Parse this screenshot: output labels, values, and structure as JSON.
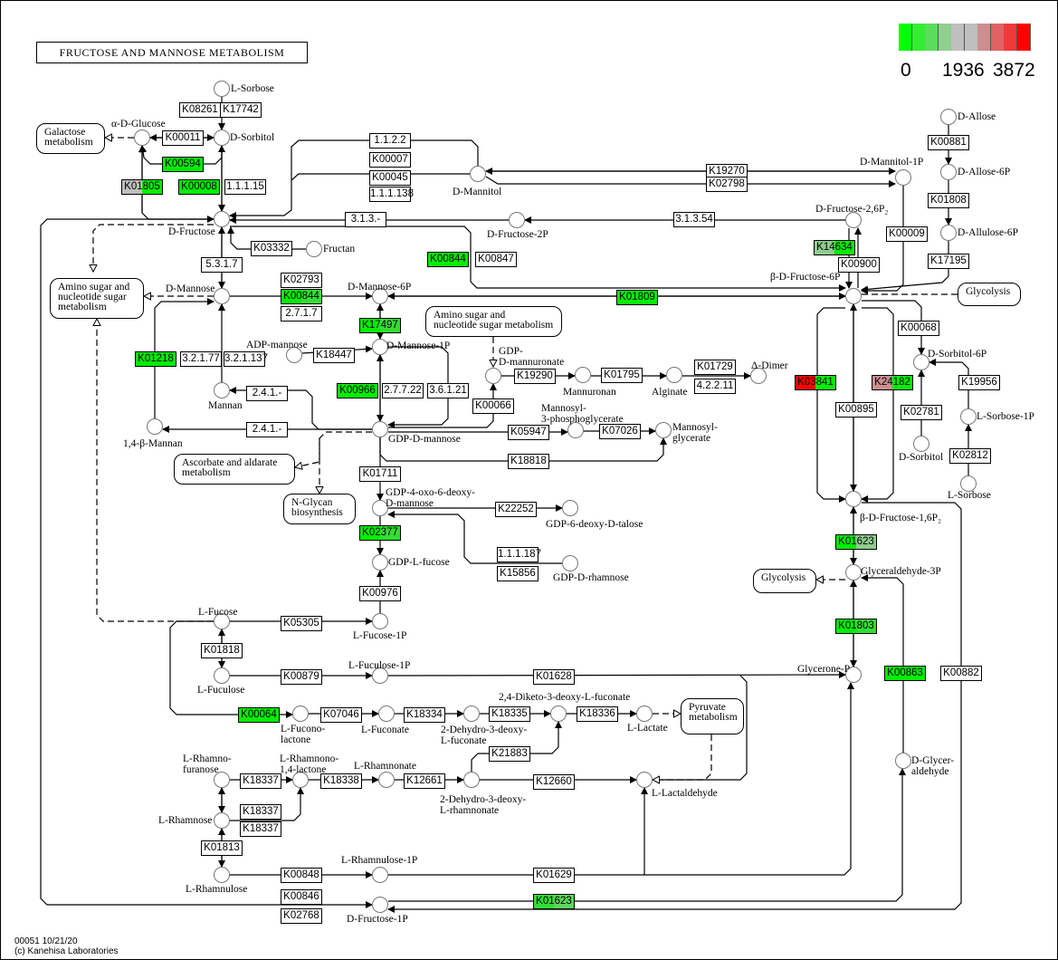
{
  "title": "FRUCTOSE AND MANNOSE METABOLISM",
  "legend": {
    "labels": [
      "0",
      "1936",
      "3872"
    ],
    "colors": [
      "#00ff00",
      "#33ee33",
      "#5cdc5c",
      "#8fcf8f",
      "#bfbfbf",
      "#bfbfbf",
      "#cc8f8f",
      "#e06262",
      "#f03a3a",
      "#ff0000"
    ]
  },
  "footer": {
    "line1": "00051 10/21/20",
    "line2": "(c) Kanehisa Laboratories"
  },
  "colors": {
    "green": "#00ee00",
    "light_green": "#8fcc8f",
    "gray": "#bfbfbf",
    "red": "#ff0000",
    "rose": "#c98f8f",
    "white": "#ffffff"
  },
  "enzymes": [
    {
      "label": "K08261",
      "fill": "#ffffff"
    },
    {
      "label": "K17742",
      "fill": "#ffffff"
    },
    {
      "label": "K00011",
      "fill": "#ffffff"
    },
    {
      "label": "K00594",
      "fill": "#00ee00"
    },
    {
      "label": "K01805",
      "fill": "#bfbfbf",
      "fill2": "#00ee00"
    },
    {
      "label": "K00008",
      "fill": "#00ee00"
    },
    {
      "label": "1.1.1.15",
      "fill": "#ffffff"
    },
    {
      "label": "1.1.2.2",
      "fill": "#ffffff"
    },
    {
      "label": "K00007",
      "fill": "#ffffff"
    },
    {
      "label": "K00045",
      "fill": "#ffffff"
    },
    {
      "label": "1.1.1.138",
      "fill": "#ffffff"
    },
    {
      "label": "K19270",
      "fill": "#ffffff"
    },
    {
      "label": "K02798",
      "fill": "#ffffff"
    },
    {
      "label": "3.1.3.-",
      "fill": "#ffffff"
    },
    {
      "label": "3.1.3.54",
      "fill": "#ffffff"
    },
    {
      "label": "K03332",
      "fill": "#ffffff"
    },
    {
      "label": "5.3.1.7",
      "fill": "#ffffff"
    },
    {
      "label": "K00844",
      "fill": "#00ee00"
    },
    {
      "label": "K00847",
      "fill": "#ffffff"
    },
    {
      "label": "K02793",
      "fill": "#ffffff"
    },
    {
      "label": "K00844",
      "fill": "#00ee00",
      "fill2": "#33dd33"
    },
    {
      "label": "2.7.1.7",
      "fill": "#ffffff"
    },
    {
      "label": "K01809",
      "fill": "#00ee00"
    },
    {
      "label": "K17497",
      "fill": "#00ee00",
      "fill2": "#33dd33"
    },
    {
      "label": "K18447",
      "fill": "#ffffff"
    },
    {
      "label": "K01218",
      "fill": "#00ee00"
    },
    {
      "label": "3.2.1.77",
      "fill": "#ffffff"
    },
    {
      "label": "3.2.1.137",
      "fill": "#ffffff"
    },
    {
      "label": "K00966",
      "fill": "#00ee00"
    },
    {
      "label": "2.7.7.22",
      "fill": "#ffffff"
    },
    {
      "label": "3.6.1.21",
      "fill": "#ffffff"
    },
    {
      "label": "2.4.1.-",
      "fill": "#ffffff"
    },
    {
      "label": "2.4.1.-",
      "fill": "#ffffff"
    },
    {
      "label": "K00066",
      "fill": "#ffffff"
    },
    {
      "label": "K19290",
      "fill": "#ffffff"
    },
    {
      "label": "K01795",
      "fill": "#ffffff"
    },
    {
      "label": "K01729",
      "fill": "#ffffff"
    },
    {
      "label": "4.2.2.11",
      "fill": "#ffffff"
    },
    {
      "label": "K05947",
      "fill": "#ffffff"
    },
    {
      "label": "K07026",
      "fill": "#ffffff"
    },
    {
      "label": "K18818",
      "fill": "#ffffff"
    },
    {
      "label": "K01711",
      "fill": "#ffffff"
    },
    {
      "label": "K22252",
      "fill": "#ffffff"
    },
    {
      "label": "K02377",
      "fill": "#00ee00",
      "fill2": "#33dd33"
    },
    {
      "label": "1.1.1.187",
      "fill": "#ffffff"
    },
    {
      "label": "K15856",
      "fill": "#ffffff"
    },
    {
      "label": "K00976",
      "fill": "#ffffff"
    },
    {
      "label": "K05305",
      "fill": "#ffffff"
    },
    {
      "label": "K01818",
      "fill": "#ffffff"
    },
    {
      "label": "K00879",
      "fill": "#ffffff"
    },
    {
      "label": "K01628",
      "fill": "#ffffff"
    },
    {
      "label": "K00064",
      "fill": "#00ee00"
    },
    {
      "label": "K07046",
      "fill": "#ffffff"
    },
    {
      "label": "K18334",
      "fill": "#ffffff"
    },
    {
      "label": "K18335",
      "fill": "#ffffff"
    },
    {
      "label": "K18336",
      "fill": "#ffffff"
    },
    {
      "label": "K21883",
      "fill": "#ffffff"
    },
    {
      "label": "K18337",
      "fill": "#ffffff"
    },
    {
      "label": "K18338",
      "fill": "#ffffff"
    },
    {
      "label": "K12661",
      "fill": "#ffffff"
    },
    {
      "label": "K12660",
      "fill": "#ffffff"
    },
    {
      "label": "K18337",
      "fill": "#ffffff"
    },
    {
      "label": "K18337",
      "fill": "#ffffff"
    },
    {
      "label": "K01813",
      "fill": "#ffffff"
    },
    {
      "label": "K00848",
      "fill": "#ffffff"
    },
    {
      "label": "K01629",
      "fill": "#ffffff"
    },
    {
      "label": "K00846",
      "fill": "#ffffff"
    },
    {
      "label": "K01623",
      "fill": "#33dd33",
      "fill2": "#5cd65c"
    },
    {
      "label": "K02768",
      "fill": "#ffffff"
    },
    {
      "label": "K00881",
      "fill": "#ffffff"
    },
    {
      "label": "K01808",
      "fill": "#ffffff"
    },
    {
      "label": "K17195",
      "fill": "#ffffff"
    },
    {
      "label": "K00009",
      "fill": "#ffffff"
    },
    {
      "label": "K14634",
      "fill": "#8fcc8f",
      "fill2": "#00ee00"
    },
    {
      "label": "K00900",
      "fill": "#ffffff"
    },
    {
      "label": "K00068",
      "fill": "#ffffff"
    },
    {
      "label": "K03841",
      "fill": "#ff0000",
      "fill2": "#00ee00"
    },
    {
      "label": "K24182",
      "fill": "#c98f8f",
      "fill2": "#00ee00"
    },
    {
      "label": "K00895",
      "fill": "#ffffff"
    },
    {
      "label": "K19956",
      "fill": "#ffffff"
    },
    {
      "label": "K02781",
      "fill": "#ffffff"
    },
    {
      "label": "K02812",
      "fill": "#ffffff"
    },
    {
      "label": "K01623",
      "fill": "#00ee00",
      "fill2": "#8fcc8f"
    },
    {
      "label": "K01803",
      "fill": "#00ee00",
      "fill2": "#33dd33"
    },
    {
      "label": "K00863",
      "fill": "#00ee00"
    },
    {
      "label": "K00882",
      "fill": "#ffffff"
    }
  ],
  "compounds": [
    "L-Sorbose",
    "α-D-Glucose",
    "D-Sorbitol",
    "D-Fructose",
    "D-Mannitol",
    "D-Mannitol-1P",
    "D-Fructose-2P",
    "D-Fructose-2,6P₂",
    "Fructan",
    "D-Mannose",
    "D-Mannose-6P",
    "β-D-Fructose-6P",
    "D-Mannose-1P",
    "ADP-mannose",
    "Mannan",
    "1,4-β-Mannan",
    "GDP-D-mannose",
    "GDP-\nD-mannuronate",
    "Mannuronan",
    "Alginate",
    "Δ-Dimer",
    "Mannosyl-\n3-phosphoglycerate",
    "Mannosyl-\nglycerate",
    "GDP-4-oxo-6-deoxy-\nD-mannose",
    "GDP-6-deoxy-D-talose",
    "GDP-L-fucose",
    "GDP-D-rhamnose",
    "L-Fucose",
    "L-Fucose-1P",
    "L-Fuculose",
    "L-Fuculose-1P",
    "L-Fucono-\nlactone",
    "L-Fuconate",
    "2-Dehydro-3-deoxy-\nL-fuconate",
    "2,4-Diketo-3-deoxy-L-fuconate",
    "L-Lactate",
    "L-Rhamno-\nfuranose",
    "L-Rhamnono-\n1,4-lactone",
    "L-Rhamnonate",
    "2-Dehydro-3-deoxy-\nL-rhamnonate",
    "L-Lactaldehyde",
    "L-Rhamnose",
    "L-Rhamnulose",
    "L-Rhamnulose-1P",
    "D-Fructose-1P",
    "D-Allose",
    "D-Allose-6P",
    "D-Allulose-6P",
    "D-Sorbitol-6P",
    "L-Sorbose-1P",
    "D-Sorbitol",
    "L-Sorbose",
    "β-D-Fructose-1,6P₂",
    "Glyceraldehyde-3P",
    "Glycerone-P",
    "D-Glycer-\naldehyde"
  ],
  "maps": [
    "Galactose\nmetabolism",
    "Amino sugar and\nnucleotide sugar\nmetabolism",
    "Amino sugar and\nnucleotide sugar metabolism",
    "Ascorbate and aldarate\nmetabolism",
    "N-Glycan\nbiosynthesis",
    "Glycolysis",
    "Glycolysis",
    "Pyruvate\nmetabolism"
  ]
}
